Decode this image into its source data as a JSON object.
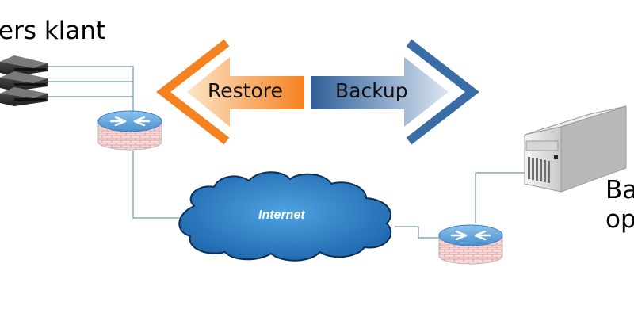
{
  "labels": {
    "client": "ers klant",
    "restore": "Restore",
    "backup": "Backup",
    "internet": "Internet",
    "provider_line1": "Ba",
    "provider_line2": "op"
  },
  "colors": {
    "restore_orange": "#f58220",
    "backup_blue": "#3a6ca6",
    "cloud_blue": "#2c7fc3",
    "router_blue": "#5b9fd6",
    "router_brick": "#e9b7b7",
    "link_line": "#6e97b3"
  },
  "icons": [
    "server-stack-icon",
    "router-icon",
    "internet-cloud-icon",
    "server-tower-icon",
    "bidirectional-arrow-icon"
  ]
}
